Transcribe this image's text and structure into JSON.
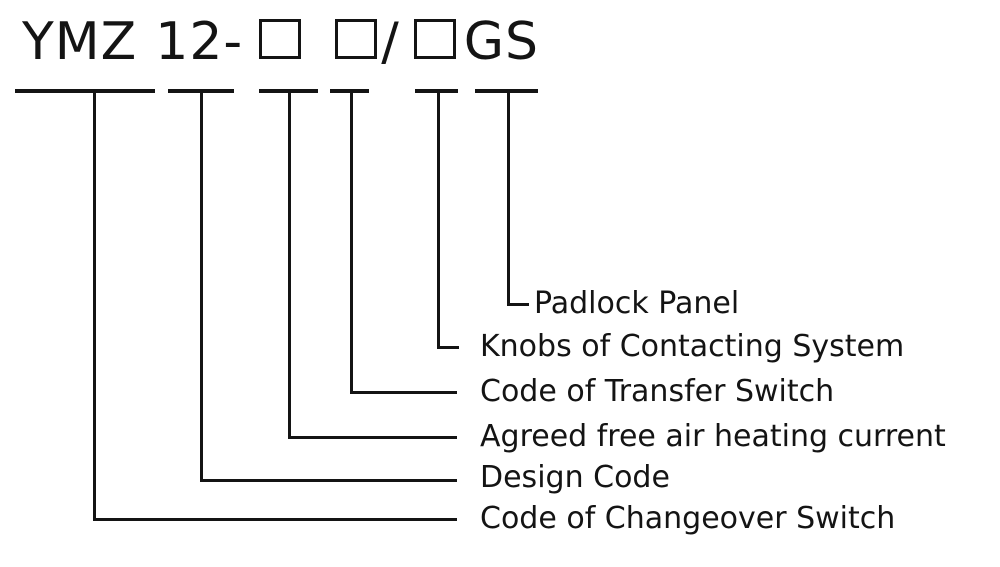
{
  "model_code": {
    "series": "YMZ",
    "design_number": "12-",
    "separator": "/",
    "suffix": "GS"
  },
  "legend": [
    {
      "label": "Padlock Panel"
    },
    {
      "label": "Knobs of Contacting System"
    },
    {
      "label": "Code of Transfer Switch"
    },
    {
      "label": "Agreed free air heating current"
    },
    {
      "label": "Design Code"
    },
    {
      "label": "Code of Changeover Switch"
    }
  ],
  "icons": {
    "placeholder_square": "square-placeholder-icon"
  },
  "colors": {
    "ink": "#141414",
    "background": "#ffffff"
  }
}
